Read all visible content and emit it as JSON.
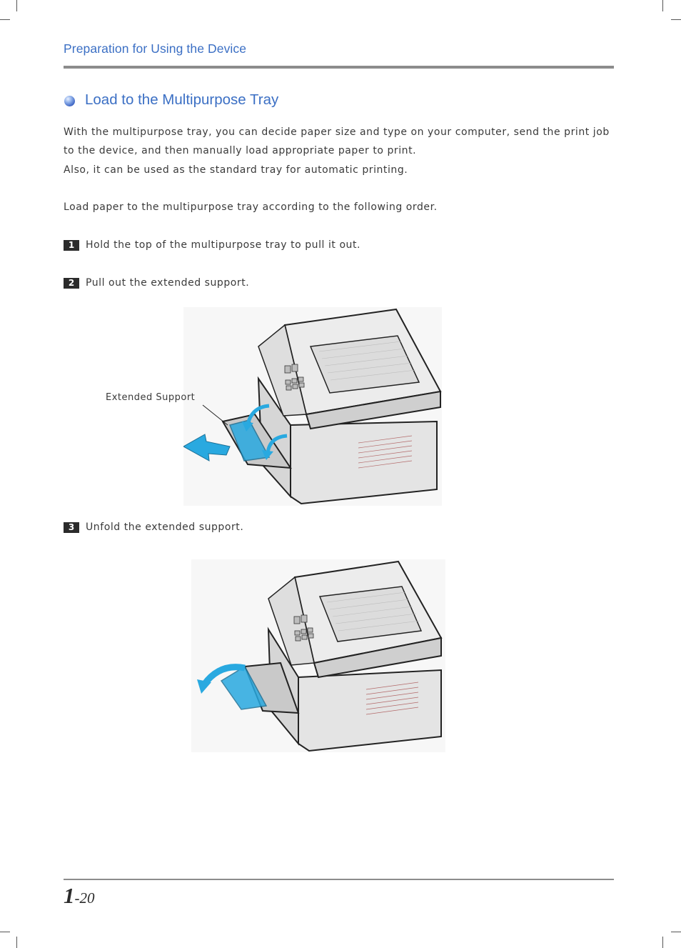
{
  "header": {
    "title": "Preparation for Using the Device"
  },
  "section": {
    "title": "Load to the Multipurpose Tray"
  },
  "intro": {
    "line1": "With the multipurpose tray, you can decide paper size and type on your computer, send the print job",
    "line2": "to the device, and then manually load appropriate paper to print.",
    "line3": "Also, it can be used as the standard tray for automatic printing.",
    "line4": "Load paper to the multipurpose tray according to the following order."
  },
  "steps": [
    {
      "num": "1",
      "text": "Hold the top of the multipurpose tray to pull it out."
    },
    {
      "num": "2",
      "text": "Pull out the extended support."
    },
    {
      "num": "3",
      "text": "Unfold the extended support."
    }
  ],
  "figure1": {
    "callout": "Extended Support"
  },
  "footer": {
    "chapter": "1",
    "page": "-20"
  },
  "colors": {
    "accent": "#3b6fc4",
    "highlight": "#29a9e0"
  }
}
